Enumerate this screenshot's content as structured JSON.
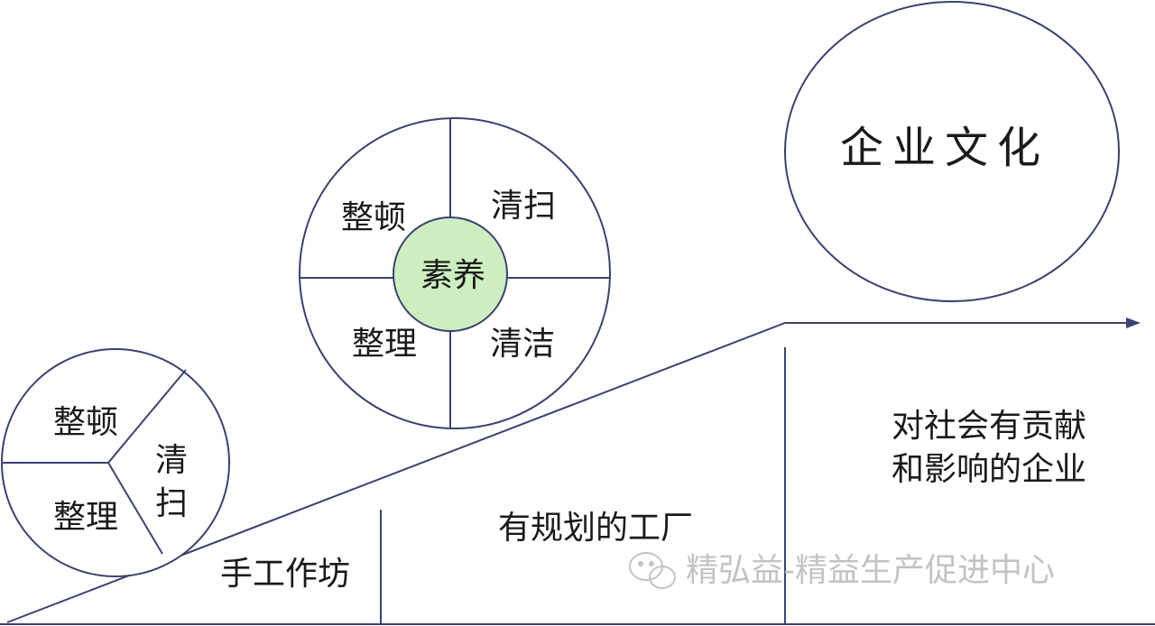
{
  "colors": {
    "line": "#3a4272",
    "arrow": "#3a4272",
    "center_fill": "#cdeec0",
    "text": "#1a1a1a",
    "watermark": "#b9b9b9"
  },
  "small_circle": {
    "seg_top_left": "整顿",
    "seg_bottom_left": "整理",
    "seg_right_line1": "清",
    "seg_right_line2": "扫"
  },
  "medium_circle": {
    "center": "素养",
    "top_left": "整顿",
    "top_right": "清扫",
    "bottom_left": "整理",
    "bottom_right": "清洁"
  },
  "large_circle": {
    "label": "企业文化"
  },
  "stages": {
    "stage1": "手工作坊",
    "stage2": "有规划的工厂",
    "stage3_line1": "对社会有贡献",
    "stage3_line2": "和影响的企业"
  },
  "watermark": {
    "icon": "wechat-icon",
    "text": "精弘益-精益生产促进中心"
  }
}
